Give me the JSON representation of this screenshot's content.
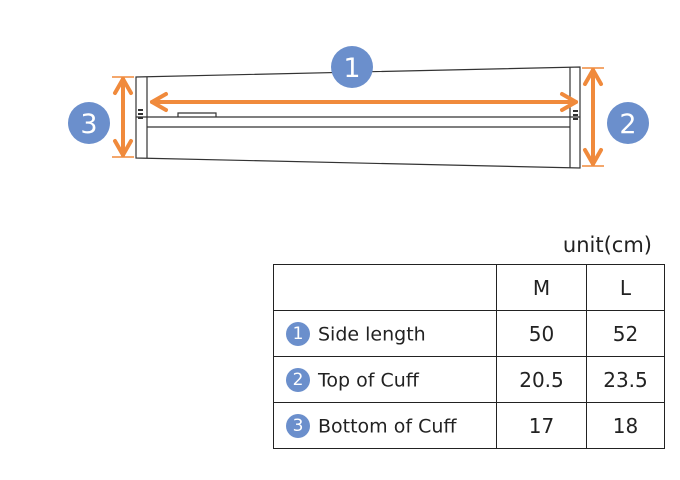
{
  "diagram": {
    "markers": [
      "1",
      "2",
      "3"
    ],
    "arrow_color": "#f08a3c",
    "marker_color": "#6b8fcc"
  },
  "table": {
    "unit": "unit(cm)",
    "headers": [
      "",
      "M",
      "L"
    ],
    "rows": [
      {
        "marker": "1",
        "label": "Side length",
        "m": "50",
        "l": "52"
      },
      {
        "marker": "2",
        "label": "Top of Cuff",
        "m": "20.5",
        "l": "23.5"
      },
      {
        "marker": "3",
        "label": "Bottom of Cuff",
        "m": "17",
        "l": "18"
      }
    ]
  }
}
